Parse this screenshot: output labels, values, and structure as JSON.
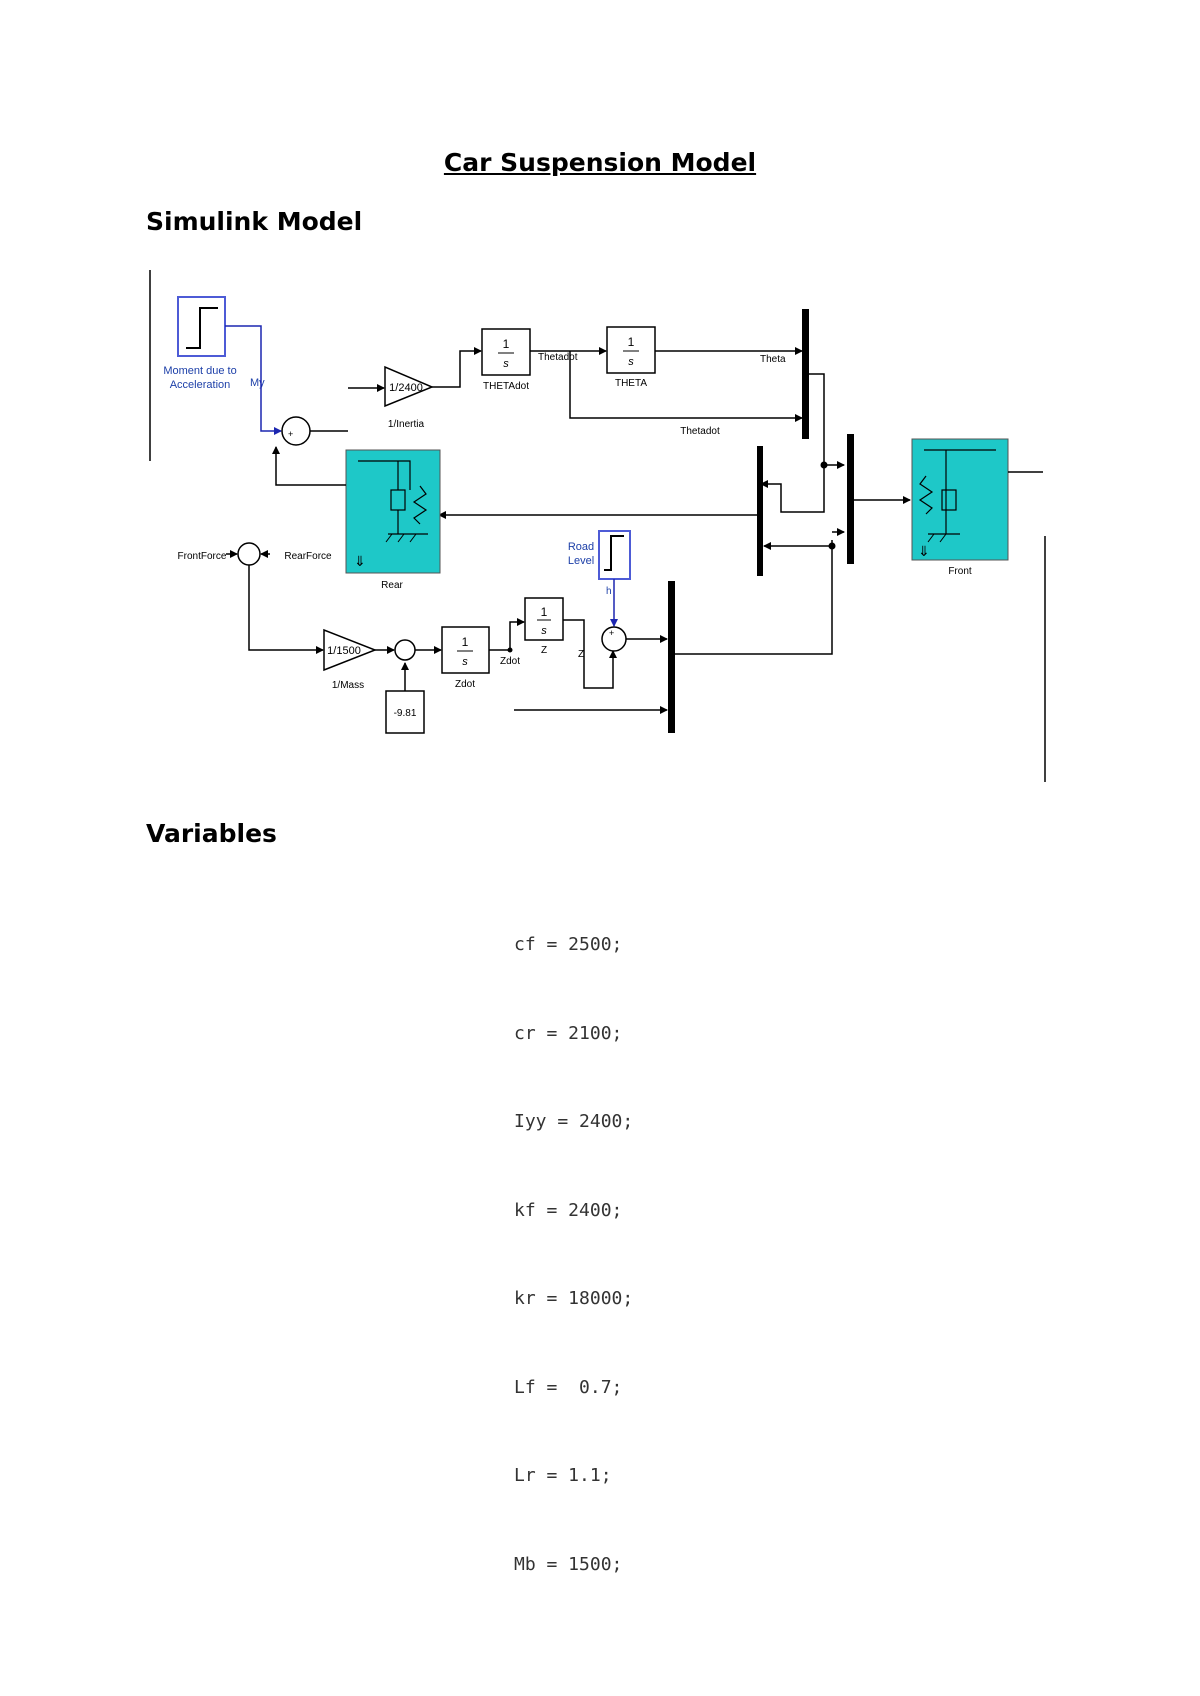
{
  "document": {
    "title": "Car Suspension Model",
    "section_model": "Simulink Model",
    "section_variables": "Variables"
  },
  "diagram": {
    "step_input_label_1": "Moment due to",
    "step_input_label_2": "Acceleration",
    "signal_my": "My",
    "gain_inertia": "1/2400",
    "gain_inertia_name": "1/Inertia",
    "integrator_num": "1",
    "integrator_den": "s",
    "thetadot_block_name": "THETAdot",
    "theta_block_name": "THETA",
    "signal_thetadot": "Thetadot",
    "signal_theta": "Theta",
    "signal_thetadot_2": "Thetadot",
    "front_force": "FrontForce",
    "rear_force": "RearForce",
    "rear_block_name": "Rear",
    "front_block_name": "Front",
    "road_level_1": "Road",
    "road_level_2": "Level",
    "signal_h": "h",
    "gain_mass": "1/1500",
    "gain_mass_name": "1/Mass",
    "constant_gravity": "-9.81",
    "zdot_block_name": "Zdot",
    "signal_zdot": "Zdot",
    "z_block_name": "Z",
    "signal_z": "Z",
    "colors": {
      "spring_damper_fill": "#1ec8c8",
      "step_border": "#4d5bd6",
      "signal_blue": "#1c26b0",
      "label_blue": "#1c3fa8"
    }
  },
  "variables": [
    "cf = 2500;",
    "cr = 2100;",
    "Iyy = 2400;",
    "kf = 2400;",
    "kr = 18000;",
    "Lf =  0.7;",
    "Lr = 1.1;",
    "Mb = 1500;"
  ]
}
